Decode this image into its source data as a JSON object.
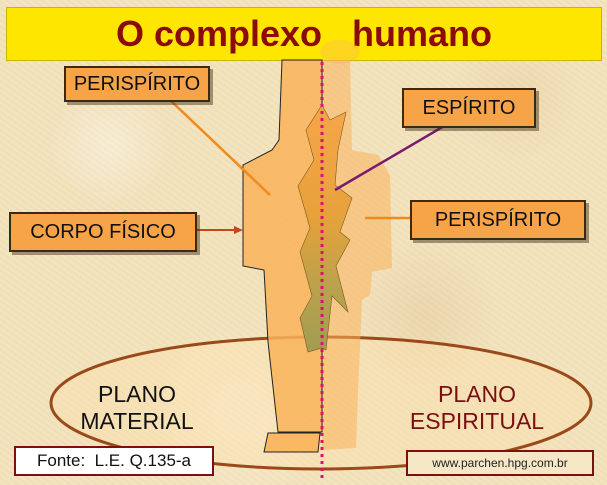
{
  "title": "O complexo   humano",
  "labels": {
    "perispirito_left": "PERISPÍRITO",
    "espirito": "ESPÍRITO",
    "corpo_fisico": "CORPO FÍSICO",
    "perispirito_right": "PERISPÍRITO"
  },
  "planes": {
    "material_line1": "PLANO",
    "material_line2": "MATERIAL",
    "spiritual_line1": "PLANO",
    "spiritual_line2": "ESPIRITUAL"
  },
  "footer": {
    "source": "Fonte:  L.E. Q.135-a",
    "url": "www.parchen.hpg.com.br"
  },
  "colors": {
    "title_bg": "#ffe600",
    "title_text": "#8b0a0a",
    "label_bg": "#f7a449",
    "body_orange": "#f9b35a",
    "spirit_line": "#7a1a6e",
    "divider": "#d8146c",
    "plane_border": "#9a4a1a"
  }
}
